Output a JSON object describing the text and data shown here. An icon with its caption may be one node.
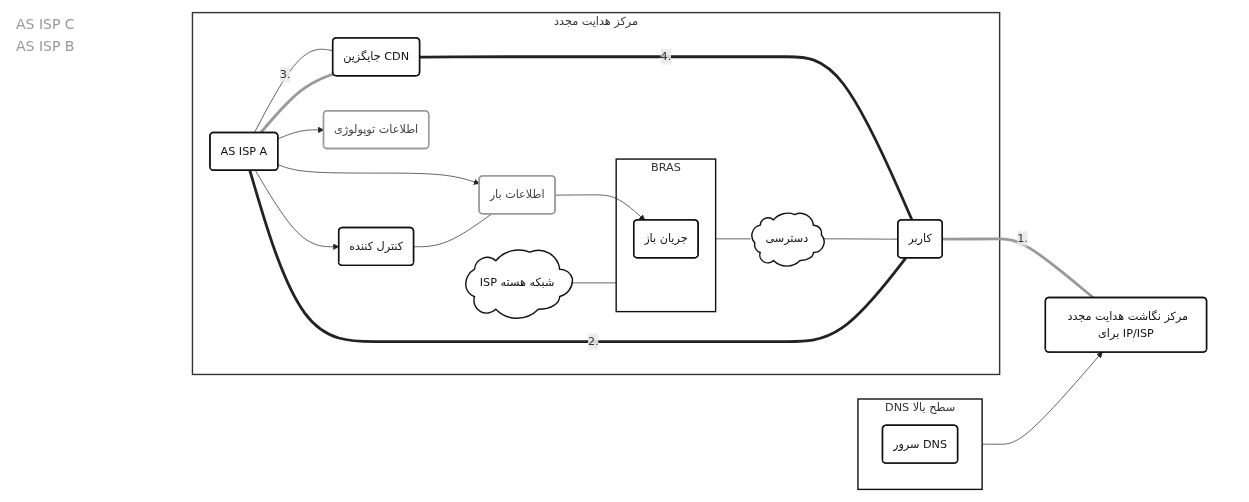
{
  "diagram": {
    "nodes": [
      {
        "text": [
          "DNS سطح بالا"
        ]
      },
      {
        "text": [
          "سرور DNS"
        ],
        "in": 0
      },
      {
        "text": [
          "مرکز نگاشت هدایت مجدد برای IP/ISP"
        ]
      },
      {
        "text": [
          "مرکز هدایت مجدد"
        ]
      },
      {
        "text": [
          "AS ISP A"
        ],
        "in": 3
      },
      {
        "text": [
          "کنترل کننده"
        ],
        "in": 3
      },
      {
        "text": [
          "اطلاعات توپولوژی"
        ],
        "in": 3
      },
      {
        "text": [
          "اطلاعات بار"
        ],
        "in": 3
      },
      {
        "text": [
          "ISP شبکه هسته"
        ],
        "in": 3
      },
      {
        "text": [
          "جایگزین CDN"
        ],
        "in": 3
      },
      {
        "text": [
          "BRAS"
        ],
        "in": 3
      },
      {
        "text": [
          "جریان باز"
        ],
        "in": 10
      },
      {
        "text": [
          "دسترسی"
        ],
        "in": 3
      },
      {
        "text": [
          "کاربر"
        ],
        "in": 3
      }
    ],
    "edges": [
      {
        "from": 0,
        "to": 2,
        "arrow": "to"
      },
      {
        "from": 13,
        "to": 2,
        "arrow": "none",
        "label": "1.",
        "style": "thick",
        "color": "#999999"
      },
      {
        "from": 4,
        "to": 5,
        "arrow": "to"
      },
      {
        "from": 4,
        "to": 6,
        "arrow": "to"
      },
      {
        "from": 4,
        "to": 7,
        "arrow": "to"
      },
      {
        "from": 7,
        "to": 11,
        "arrow": "to"
      },
      {
        "from": 5,
        "to": 7,
        "arrow": "none"
      },
      {
        "from": 13,
        "to": 4,
        "arrow": "none",
        "label": "2.",
        "style": "thick"
      },
      {
        "from": 4,
        "to": 9,
        "arrow": "none",
        "label": "3."
      },
      {
        "from": 4,
        "to": 9,
        "arrow": "none",
        "style": "thick",
        "color": "#999999"
      },
      {
        "from": 9,
        "to": 13,
        "arrow": "none",
        "label": "4.",
        "style": "thick"
      },
      {
        "from": 8,
        "to": 10,
        "arrow": "none"
      },
      {
        "from": 10,
        "to": 12,
        "arrow": "none"
      },
      {
        "from": 12,
        "to": 13,
        "arrow": "none"
      }
    ],
    "labels": [
      "AS ISP C",
      "AS ISP B"
    ]
  }
}
